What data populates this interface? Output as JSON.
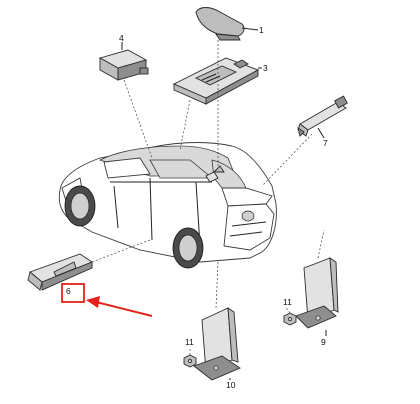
{
  "diagram": {
    "callouts": {
      "c1": "1",
      "c2": "3",
      "c3": "4",
      "c4": "6",
      "c5": "7",
      "c6": "9",
      "c7": "10",
      "c8": "11",
      "c9": "11"
    },
    "highlight_color": "#e3221b"
  }
}
